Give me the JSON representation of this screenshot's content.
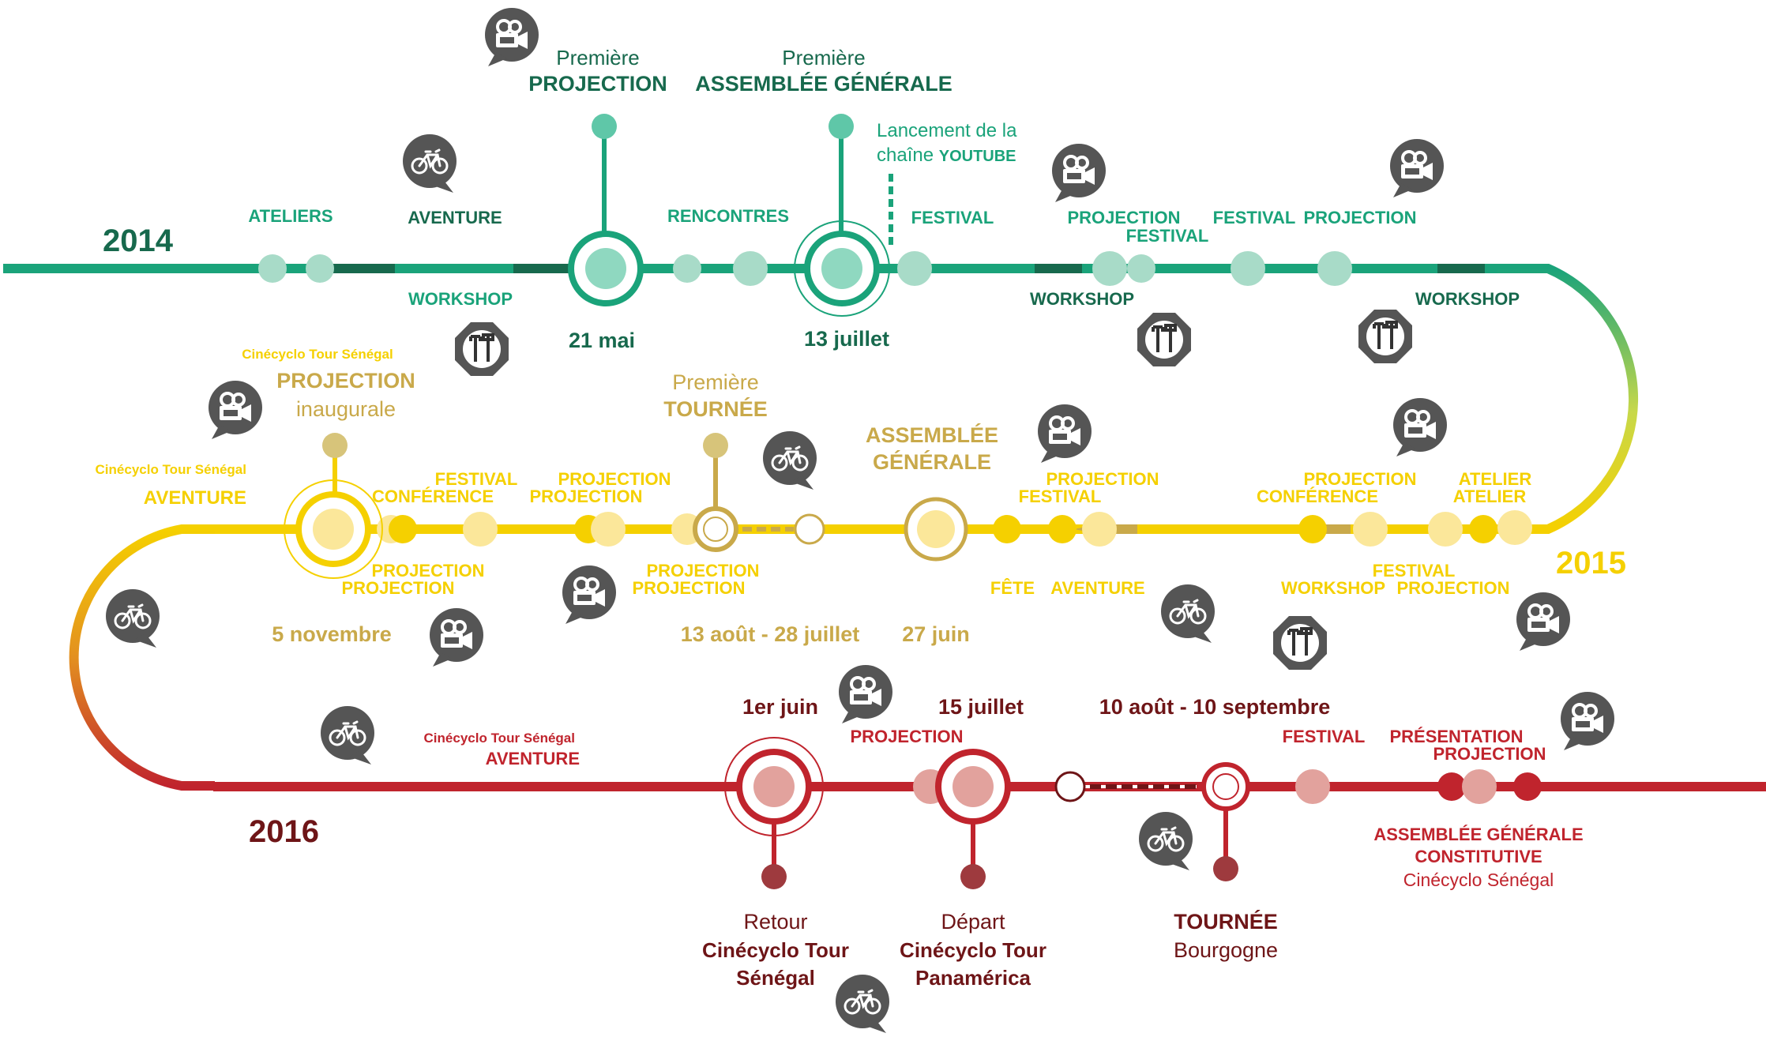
{
  "colors": {
    "green": "#1aa37a",
    "green_dark": "#17694d",
    "green_light": "#a8dbc8",
    "yellow": "#f5d000",
    "yellow_dark": "#c9a94a",
    "yellow_light": "#fbe79a",
    "red": "#c0242d",
    "red_dark": "#6e1517",
    "red_light": "#e2a29d",
    "icon_bg": "#555555"
  },
  "years": {
    "y2014": "2014",
    "y2015": "2015",
    "y2016": "2016"
  },
  "row2014": {
    "premiere_projection": {
      "pre": "Première",
      "main": "PROJECTION"
    },
    "premiere_ag": {
      "pre": "Première",
      "main": "ASSEMBLÉE GÉNÉRALE"
    },
    "youtube": {
      "line1": "Lancement de la",
      "line2_pre": "chaîne",
      "line2_brand": "YOUTUBE"
    },
    "labels_top": [
      "ATELIERS",
      "AVENTURE",
      "RENCONTRES",
      "FESTIVAL",
      "PROJECTION",
      "FESTIVAL",
      "FESTIVAL",
      "PROJECTION"
    ],
    "labels_bottom": [
      "WORKSHOP",
      "WORKSHOP",
      "WORKSHOP"
    ],
    "dates": [
      "21 mai",
      "13 juillet"
    ]
  },
  "row2015": {
    "tour_projection": {
      "tour": "Cinécyclo Tour Sénégal",
      "main": "PROJECTION",
      "sub": "inaugurale"
    },
    "tour_aventure": {
      "tour": "Cinécyclo Tour Sénégal",
      "main": "AVENTURE"
    },
    "premiere_tournee": {
      "pre": "Première",
      "main": "TOURNÉE"
    },
    "ag": {
      "line1": "ASSEMBLÉE",
      "line2": "GÉNÉRALE"
    },
    "labels_top": [
      "FESTIVAL",
      "CONFÉRENCE",
      "PROJECTION",
      "PROJECTION",
      "PROJECTION",
      "FESTIVAL",
      "PROJECTION",
      "CONFÉRENCE",
      "ATELIER",
      "ATELIER"
    ],
    "labels_bottom": [
      "PROJECTION",
      "PROJECTION",
      "PROJECTION",
      "PROJECTION",
      "FÊTE",
      "AVENTURE",
      "WORKSHOP",
      "FESTIVAL",
      "PROJECTION"
    ],
    "dates": [
      "5 novembre",
      "13 août - 28 juillet",
      "27 juin"
    ]
  },
  "row2016": {
    "dates": [
      "1er juin",
      "15 juillet",
      "10 août - 10 septembre"
    ],
    "tour_aventure": {
      "tour": "Cinécyclo Tour Sénégal",
      "main": "AVENTURE"
    },
    "labels_top": [
      "PROJECTION",
      "FESTIVAL",
      "PRÉSENTATION",
      "PROJECTION"
    ],
    "retour": {
      "pre": "Retour",
      "line1": "Cinécyclo Tour",
      "line2": "Sénégal"
    },
    "depart": {
      "pre": "Départ",
      "line1": "Cinécyclo Tour",
      "line2": "Panamérica"
    },
    "tournee": {
      "main": "TOURNÉE",
      "sub": "Bourgogne"
    },
    "ag_constitutive": {
      "line1": "ASSEMBLÉE GÉNÉRALE",
      "line2": "CONSTITUTIVE",
      "line3": "Cinécyclo Sénégal"
    }
  },
  "icons": [
    "camera-icon",
    "bicycle-icon",
    "tools-icon"
  ]
}
